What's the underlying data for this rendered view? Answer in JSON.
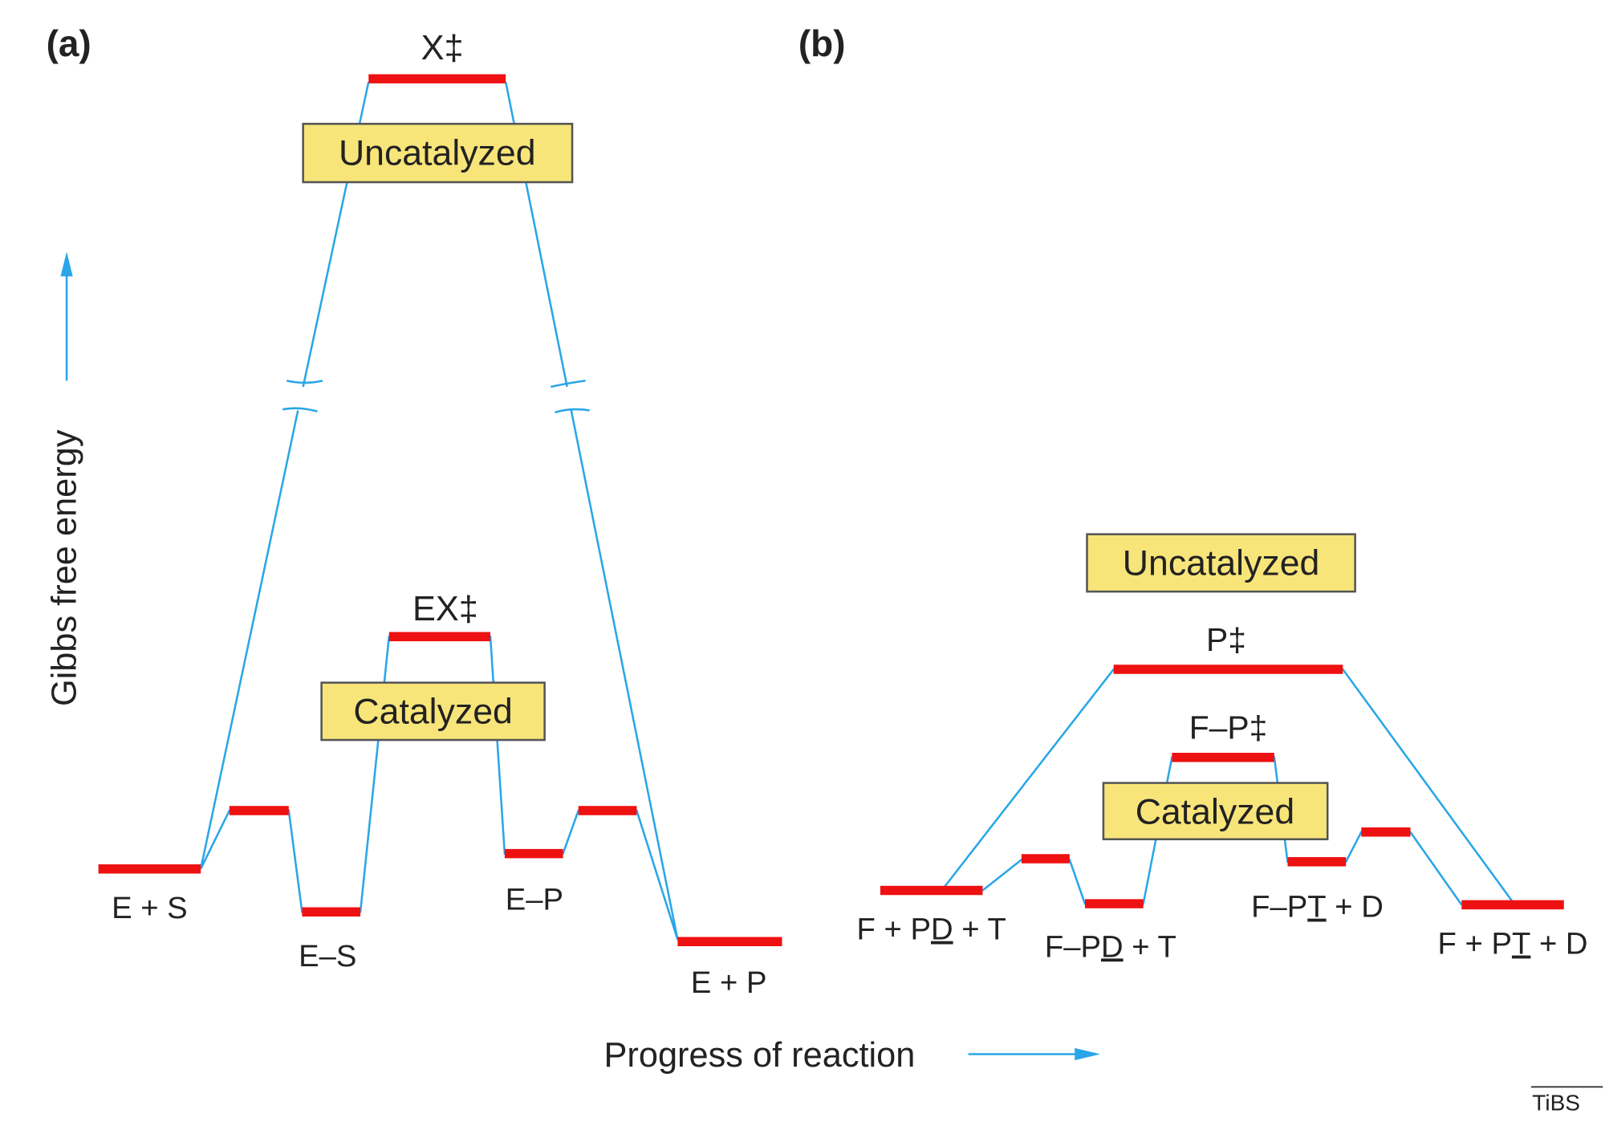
{
  "colors": {
    "level": "#ee1111",
    "path": "#2aa6e8",
    "box": "#f8e57a"
  },
  "axis": {
    "y_label": "Gibbs free energy",
    "x_label": "Progress of reaction"
  },
  "panel_a": {
    "label": "(a)",
    "uncatalyzed_box": "Uncatalyzed",
    "catalyzed_box": "Catalyzed",
    "states": {
      "ts_uncat": "X‡",
      "ts_cat": "EX‡",
      "es_start": "E + S",
      "complex_es": "E–S",
      "complex_ep": "E–P",
      "ep_end": "E + P"
    }
  },
  "panel_b": {
    "label": "(b)",
    "uncatalyzed_box": "Uncatalyzed",
    "catalyzed_box": "Catalyzed",
    "states": {
      "ts_uncat": "P‡",
      "ts_cat": "F–P‡",
      "start": {
        "pre": "F + P",
        "ul": "D",
        "post": " + T"
      },
      "complex_pd": {
        "pre": "F–P",
        "ul": "D",
        "post": " + T"
      },
      "complex_pt": {
        "pre": "F–P",
        "ul": "T",
        "post": " + D"
      },
      "end": {
        "pre": "F + P",
        "ul": "T",
        "post": " + D"
      }
    }
  },
  "credit": "TiBS"
}
